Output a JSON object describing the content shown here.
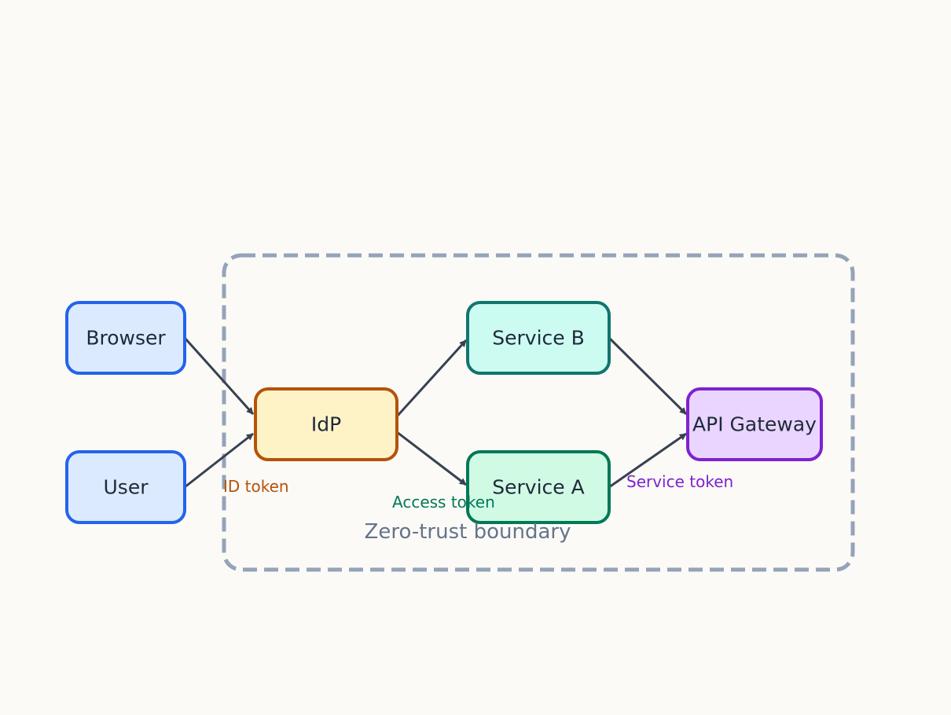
{
  "diagram": {
    "boundary": {
      "label": "Zero-trust boundary",
      "stroke": "#94a3b8",
      "text_color": "#64748b"
    },
    "nodes": [
      {
        "id": "browser",
        "label": "Browser",
        "fill": "#dbeafe",
        "stroke": "#2563eb"
      },
      {
        "id": "user",
        "label": "User",
        "fill": "#dbeafe",
        "stroke": "#2563eb"
      },
      {
        "id": "idp",
        "label": "IdP",
        "fill": "#fef3c7",
        "stroke": "#b45309"
      },
      {
        "id": "service_b",
        "label": "Service B",
        "fill": "#ccfbf1",
        "stroke": "#0f766e"
      },
      {
        "id": "service_a",
        "label": "Service A",
        "fill": "#d1fae5",
        "stroke": "#047857"
      },
      {
        "id": "api_gateway",
        "label": "API Gateway",
        "fill": "#e9d5ff",
        "stroke": "#7e22ce"
      }
    ],
    "edges": [
      {
        "from": "browser",
        "to": "idp"
      },
      {
        "from": "user",
        "to": "idp"
      },
      {
        "from": "idp",
        "to": "service_b"
      },
      {
        "from": "idp",
        "to": "service_a"
      },
      {
        "from": "service_b",
        "to": "api_gateway"
      },
      {
        "from": "service_a",
        "to": "api_gateway"
      }
    ],
    "edge_color": "#374151",
    "edge_labels": [
      {
        "text": "ID token",
        "color": "#b45309"
      },
      {
        "text": "Access token",
        "color": "#047857"
      },
      {
        "text": "Service token",
        "color": "#7e22ce"
      }
    ]
  }
}
